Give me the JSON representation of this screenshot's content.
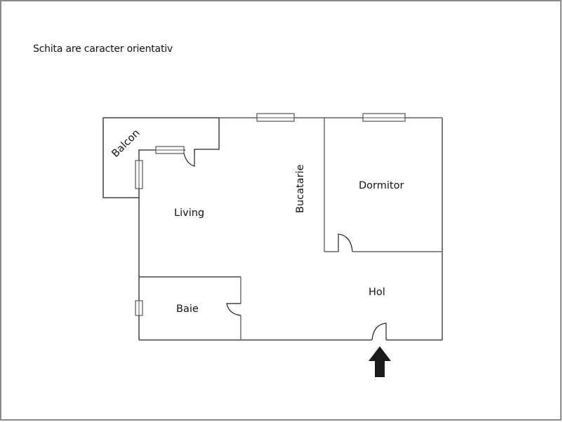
{
  "note": "Schita are caracter orientativ",
  "rooms": {
    "balcon": "Balcon",
    "living": "Living",
    "bucatarie": "Bucatarie",
    "dormitor": "Dormitor",
    "baie": "Baie",
    "hol": "Hol"
  },
  "entrance_arrow": "entrance-arrow",
  "colors": {
    "wall_dark": "#222222",
    "wall_gray": "#7a7a7a",
    "frame": "#8a8a8a",
    "arrow": "#1a1a1a"
  }
}
